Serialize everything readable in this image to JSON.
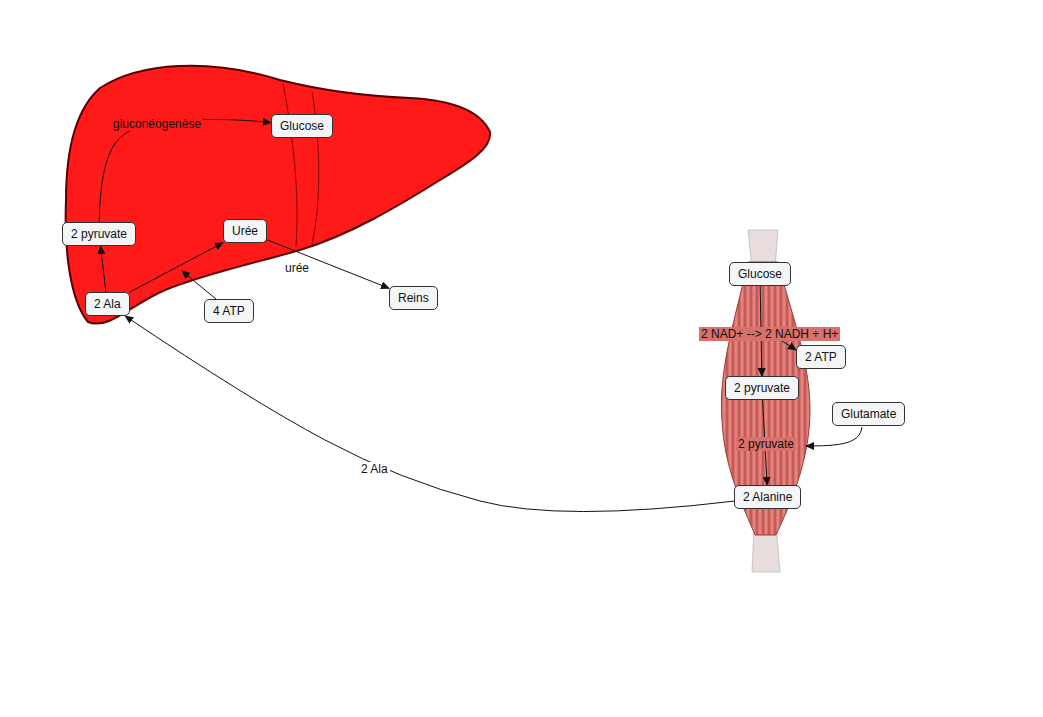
{
  "diagram": {
    "nodes": [
      {
        "text": [
          "Glucose"
        ]
      },
      {
        "text": [
          "2 pyruvate"
        ]
      },
      {
        "text": [
          "Urée"
        ]
      },
      {
        "text": [
          "2 Ala"
        ]
      },
      {
        "text": [
          "4 ATP"
        ]
      },
      {
        "text": [
          "Reins"
        ]
      },
      {
        "text": [
          "Glucose"
        ]
      },
      {
        "text": [
          "2 ATP"
        ]
      },
      {
        "text": [
          "2 pyruvate"
        ]
      },
      {
        "text": [
          "Glutamate"
        ]
      },
      {
        "text": [
          "2 Alanine"
        ]
      }
    ],
    "edges": [
      {
        "from": 3,
        "to": 1,
        "arrow": "to"
      },
      {
        "from": 1,
        "to": 0,
        "label": "gluconéogenèse",
        "arrow": "to"
      },
      {
        "from": 3,
        "to": 2,
        "arrow": "to"
      },
      {
        "from": 2,
        "to": 5,
        "label": "urée",
        "arrow": "to"
      },
      {
        "from": 6,
        "to": 8,
        "arrow": "to"
      },
      {
        "from": 8,
        "to": 10,
        "label": "2 pyruvate",
        "arrow": "to"
      },
      {
        "from": 10,
        "to": 3,
        "label": "2 Ala",
        "arrow": "to"
      }
    ],
    "labels": [
      "2 NAD+ --> 2 NADH + H+"
    ]
  }
}
